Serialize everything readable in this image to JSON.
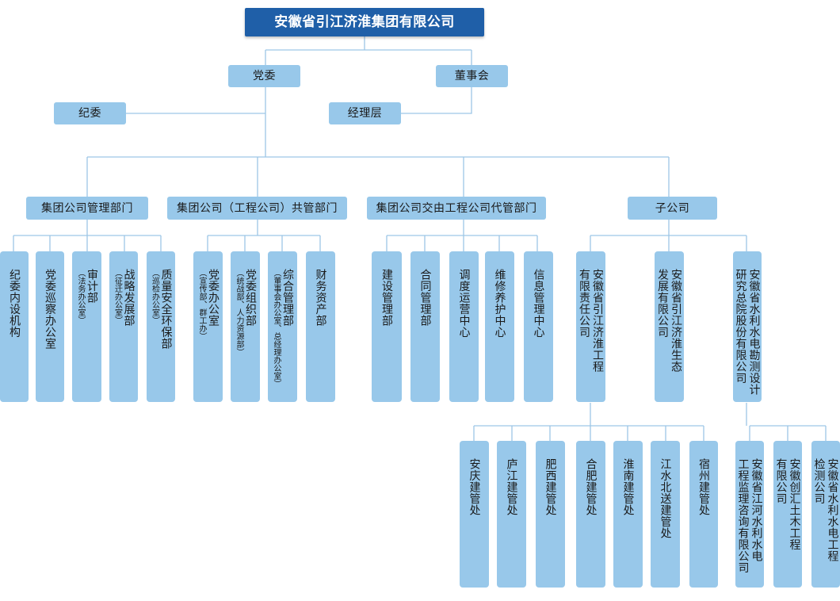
{
  "title": "安徽省引江济淮集团有限公司",
  "level1": {
    "party": "党委",
    "board": "董事会",
    "discipline": "纪委",
    "management": "经理层"
  },
  "groups": [
    "集团公司管理部门",
    "集团公司（工程公司）共管部门",
    "集团公司交由工程公司代管部门",
    "子公司"
  ],
  "departments": [
    {
      "cols": [
        "纪委内设机构"
      ]
    },
    {
      "cols": [
        "党委巡察办公室"
      ]
    },
    {
      "cols": [
        "审计部",
        "（法务办公室）"
      ]
    },
    {
      "cols": [
        "战略发展部",
        "（征迁办公室）"
      ]
    },
    {
      "cols": [
        "质量安全环保部",
        "（巡检办公室）"
      ]
    },
    {
      "cols": [
        "党委办公室",
        "（宣传部、群工办）"
      ]
    },
    {
      "cols": [
        "党委组织部",
        "（统战部、人力资源部）"
      ]
    },
    {
      "cols": [
        "综合管理部",
        "（董事会办公室、总经理办公室）"
      ]
    },
    {
      "cols": [
        "财务资产部"
      ]
    },
    {
      "cols": [
        "建设管理部"
      ]
    },
    {
      "cols": [
        "合同管理部"
      ]
    },
    {
      "cols": [
        "调度运营中心"
      ]
    },
    {
      "cols": [
        "维修养护中心"
      ]
    },
    {
      "cols": [
        "信息管理中心"
      ]
    },
    {
      "cols": [
        "安徽省引江济淮工程",
        "有限责任公司"
      ]
    },
    {
      "cols": [
        "安徽省引江济淮生态",
        "发展有限公司"
      ]
    },
    {
      "cols": [
        "安徽省水利水电勘测设计",
        "研究总院股份有限公司"
      ]
    }
  ],
  "offices": [
    {
      "cols": [
        "安庆建管处"
      ]
    },
    {
      "cols": [
        "庐江建管处"
      ]
    },
    {
      "cols": [
        "肥西建管处"
      ]
    },
    {
      "cols": [
        "合肥建管处"
      ]
    },
    {
      "cols": [
        "淮南建管处"
      ]
    },
    {
      "cols": [
        "江水北送建管处"
      ]
    },
    {
      "cols": [
        "宿州建管处"
      ]
    },
    {
      "cols": [
        "安徽省江河水利水电",
        "工程监理咨询有限公司"
      ]
    },
    {
      "cols": [
        "安徽创汇土木工程",
        "有限公司"
      ]
    },
    {
      "cols": [
        "安徽省水利水电工程",
        "检测公司"
      ]
    }
  ],
  "colors": {
    "title_bg": "#1f5fa8",
    "box_bg": "#98c8ea",
    "line": "#9dc7e6"
  }
}
